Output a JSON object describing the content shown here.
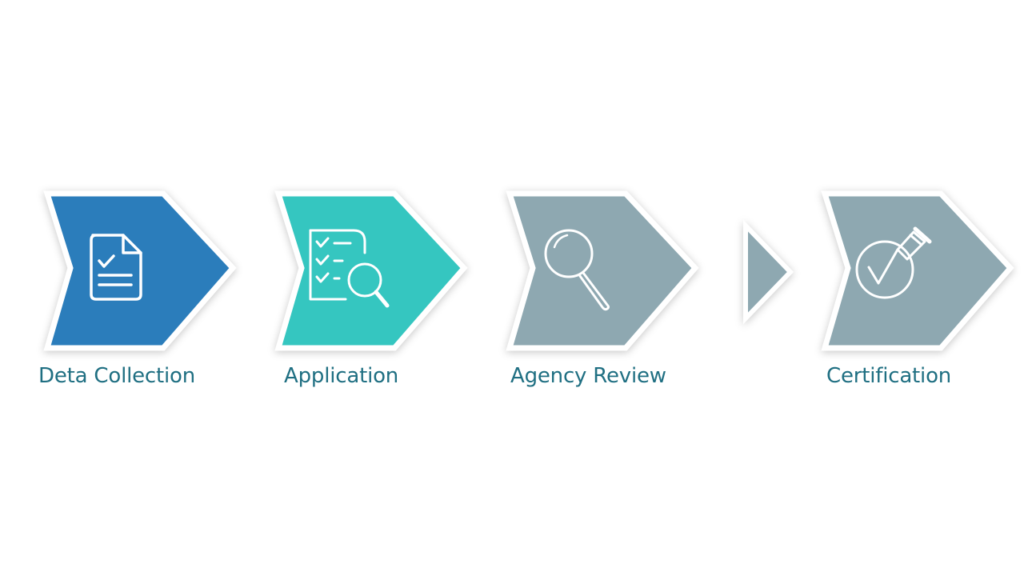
{
  "steps": [
    {
      "label": "Deta Collection",
      "color": "#2b7dbb",
      "icon": "document-checklist-icon"
    },
    {
      "label": "Application",
      "color": "#35c6c0",
      "icon": "checklist-magnifier-icon"
    },
    {
      "label": "Agency Review",
      "color": "#8ea8b1",
      "icon": "magnifier-icon"
    },
    {
      "label": "Certification",
      "color": "#8ea8b1",
      "icon": "check-seal-pen-icon"
    }
  ],
  "connector": {
    "color": "#8ea8b1"
  }
}
